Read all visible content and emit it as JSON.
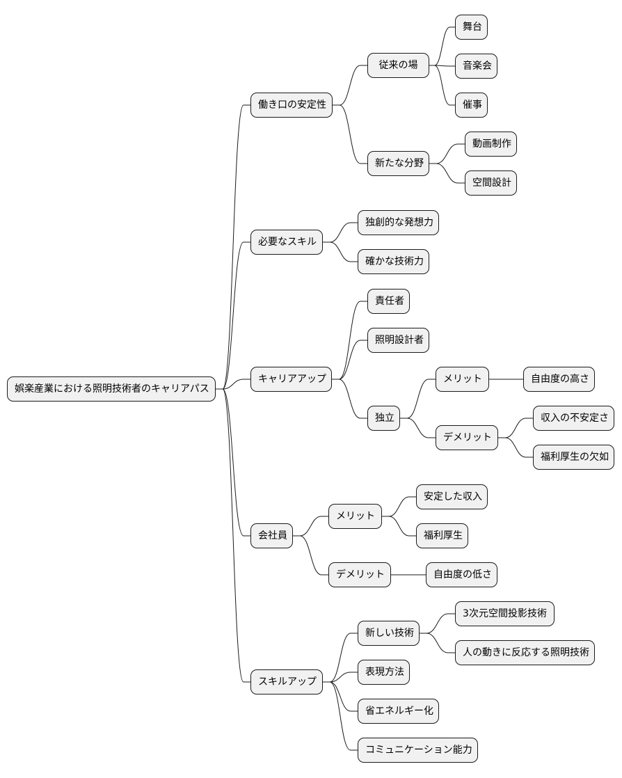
{
  "mindmap": {
    "root": {
      "id": "root",
      "label": "娯楽産業における照明技術者のキャリアパス",
      "children": [
        {
          "id": "stability",
          "label": "働き口の安定性",
          "children": [
            {
              "id": "traditional",
              "label": "従来の場",
              "children": [
                {
                  "id": "stage",
                  "label": "舞台"
                },
                {
                  "id": "concert",
                  "label": "音楽会"
                },
                {
                  "id": "events",
                  "label": "催事"
                }
              ]
            },
            {
              "id": "new-fields",
              "label": "新たな分野",
              "children": [
                {
                  "id": "video",
                  "label": "動画制作"
                },
                {
                  "id": "space",
                  "label": "空間設計"
                }
              ]
            }
          ]
        },
        {
          "id": "skills",
          "label": "必要なスキル",
          "children": [
            {
              "id": "creativity",
              "label": "独創的な発想力"
            },
            {
              "id": "technical",
              "label": "確かな技術力"
            }
          ]
        },
        {
          "id": "careerup",
          "label": "キャリアアップ",
          "children": [
            {
              "id": "manager",
              "label": "責任者"
            },
            {
              "id": "lighting-designer",
              "label": "照明設計者"
            },
            {
              "id": "independent",
              "label": "独立",
              "children": [
                {
                  "id": "ind-merit",
                  "label": "メリット",
                  "children": [
                    {
                      "id": "freedom-high",
                      "label": "自由度の高さ"
                    }
                  ]
                },
                {
                  "id": "ind-demerit",
                  "label": "デメリット",
                  "children": [
                    {
                      "id": "unstable-income",
                      "label": "収入の不安定さ"
                    },
                    {
                      "id": "no-welfare",
                      "label": "福利厚生の欠如"
                    }
                  ]
                }
              ]
            }
          ]
        },
        {
          "id": "employee",
          "label": "会社員",
          "children": [
            {
              "id": "emp-merit",
              "label": "メリット",
              "children": [
                {
                  "id": "stable-income",
                  "label": "安定した収入"
                },
                {
                  "id": "welfare",
                  "label": "福利厚生"
                }
              ]
            },
            {
              "id": "emp-demerit",
              "label": "デメリット",
              "children": [
                {
                  "id": "freedom-low",
                  "label": "自由度の低さ"
                }
              ]
            }
          ]
        },
        {
          "id": "skillup",
          "label": "スキルアップ",
          "children": [
            {
              "id": "new-tech",
              "label": "新しい技術",
              "children": [
                {
                  "id": "projection",
                  "label": "3次元空間投影技術"
                },
                {
                  "id": "reactive",
                  "label": "人の動きに反応する照明技術"
                }
              ]
            },
            {
              "id": "expression",
              "label": "表現方法"
            },
            {
              "id": "energy",
              "label": "省エネルギー化"
            },
            {
              "id": "communication",
              "label": "コミュニケーション能力"
            }
          ]
        }
      ]
    }
  }
}
